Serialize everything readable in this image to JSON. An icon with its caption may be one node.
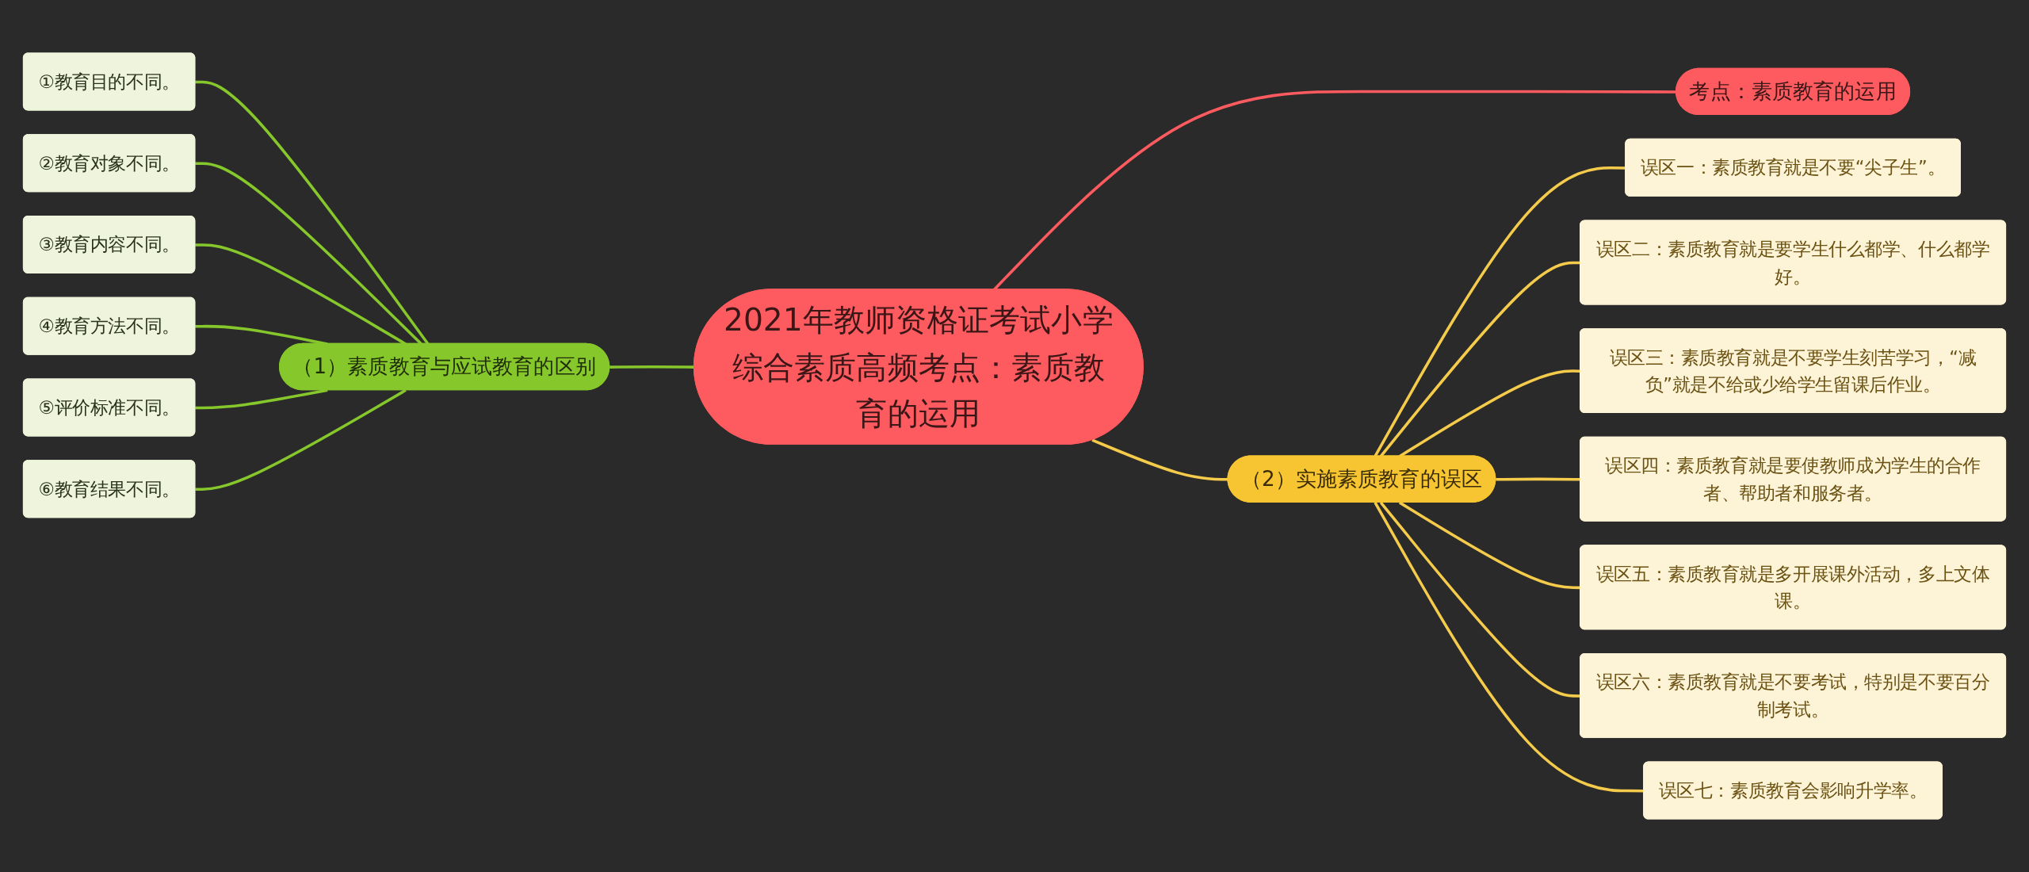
{
  "diagram": {
    "nodes": [
      {
        "text": [
          "2021年教师资格证考试小学综合素质高频考点：素质教育的运用"
        ]
      },
      {
        "text": [
          "考点：素质教育的运用"
        ]
      },
      {
        "text": [
          "（1）素质教育与应试教育的区别"
        ]
      },
      {
        "text": [
          "①教育目的不同。"
        ]
      },
      {
        "text": [
          "②教育对象不同。"
        ]
      },
      {
        "text": [
          "③教育内容不同。"
        ]
      },
      {
        "text": [
          "④教育方法不同。"
        ]
      },
      {
        "text": [
          "⑤评价标准不同。"
        ]
      },
      {
        "text": [
          "⑥教育结果不同。"
        ]
      },
      {
        "text": [
          "（2）实施素质教育的误区"
        ]
      },
      {
        "text": [
          "误区一：素质教育就是不要“尖子生”。"
        ]
      },
      {
        "text": [
          "误区二：素质教育就是要学生什么都学、什么都学好。"
        ]
      },
      {
        "text": [
          "误区三：素质教育就是不要学生刻苦学习，“减负”就是不给或少给学生留课后作业。"
        ]
      },
      {
        "text": [
          "误区四：素质教育就是要使教师成为学生的合作者、帮助者和服务者。"
        ]
      },
      {
        "text": [
          "误区五：素质教育就是多开展课外活动，多上文体课。"
        ]
      },
      {
        "text": [
          "误区六：素质教育就是不要考试，特别是不要百分制考试。"
        ]
      },
      {
        "text": [
          "误区七：素质教育会影响升学率。"
        ]
      }
    ],
    "edges": [
      {
        "from": 0,
        "to": 1,
        "arrow": "none",
        "color": "#fd5b5f"
      },
      {
        "from": 2,
        "to": 0,
        "arrow": "none",
        "color": "#86c72c"
      },
      {
        "from": 3,
        "to": 2,
        "arrow": "none",
        "color": "#86c72c"
      },
      {
        "from": 4,
        "to": 2,
        "arrow": "none",
        "color": "#86c72c"
      },
      {
        "from": 5,
        "to": 2,
        "arrow": "none",
        "color": "#86c72c"
      },
      {
        "from": 6,
        "to": 2,
        "arrow": "none",
        "color": "#86c72c"
      },
      {
        "from": 7,
        "to": 2,
        "arrow": "none",
        "color": "#86c72c"
      },
      {
        "from": 8,
        "to": 2,
        "arrow": "none",
        "color": "#86c72c"
      },
      {
        "from": 0,
        "to": 9,
        "arrow": "none"
      },
      {
        "from": 9,
        "to": 10,
        "arrow": "none"
      },
      {
        "from": 9,
        "to": 11,
        "arrow": "none"
      },
      {
        "from": 9,
        "to": 12,
        "arrow": "none"
      },
      {
        "from": 9,
        "to": 13,
        "arrow": "none"
      },
      {
        "from": 9,
        "to": 14,
        "arrow": "none"
      },
      {
        "from": 9,
        "to": 15,
        "arrow": "none"
      },
      {
        "from": 9,
        "to": 16,
        "arrow": "none"
      }
    ]
  }
}
